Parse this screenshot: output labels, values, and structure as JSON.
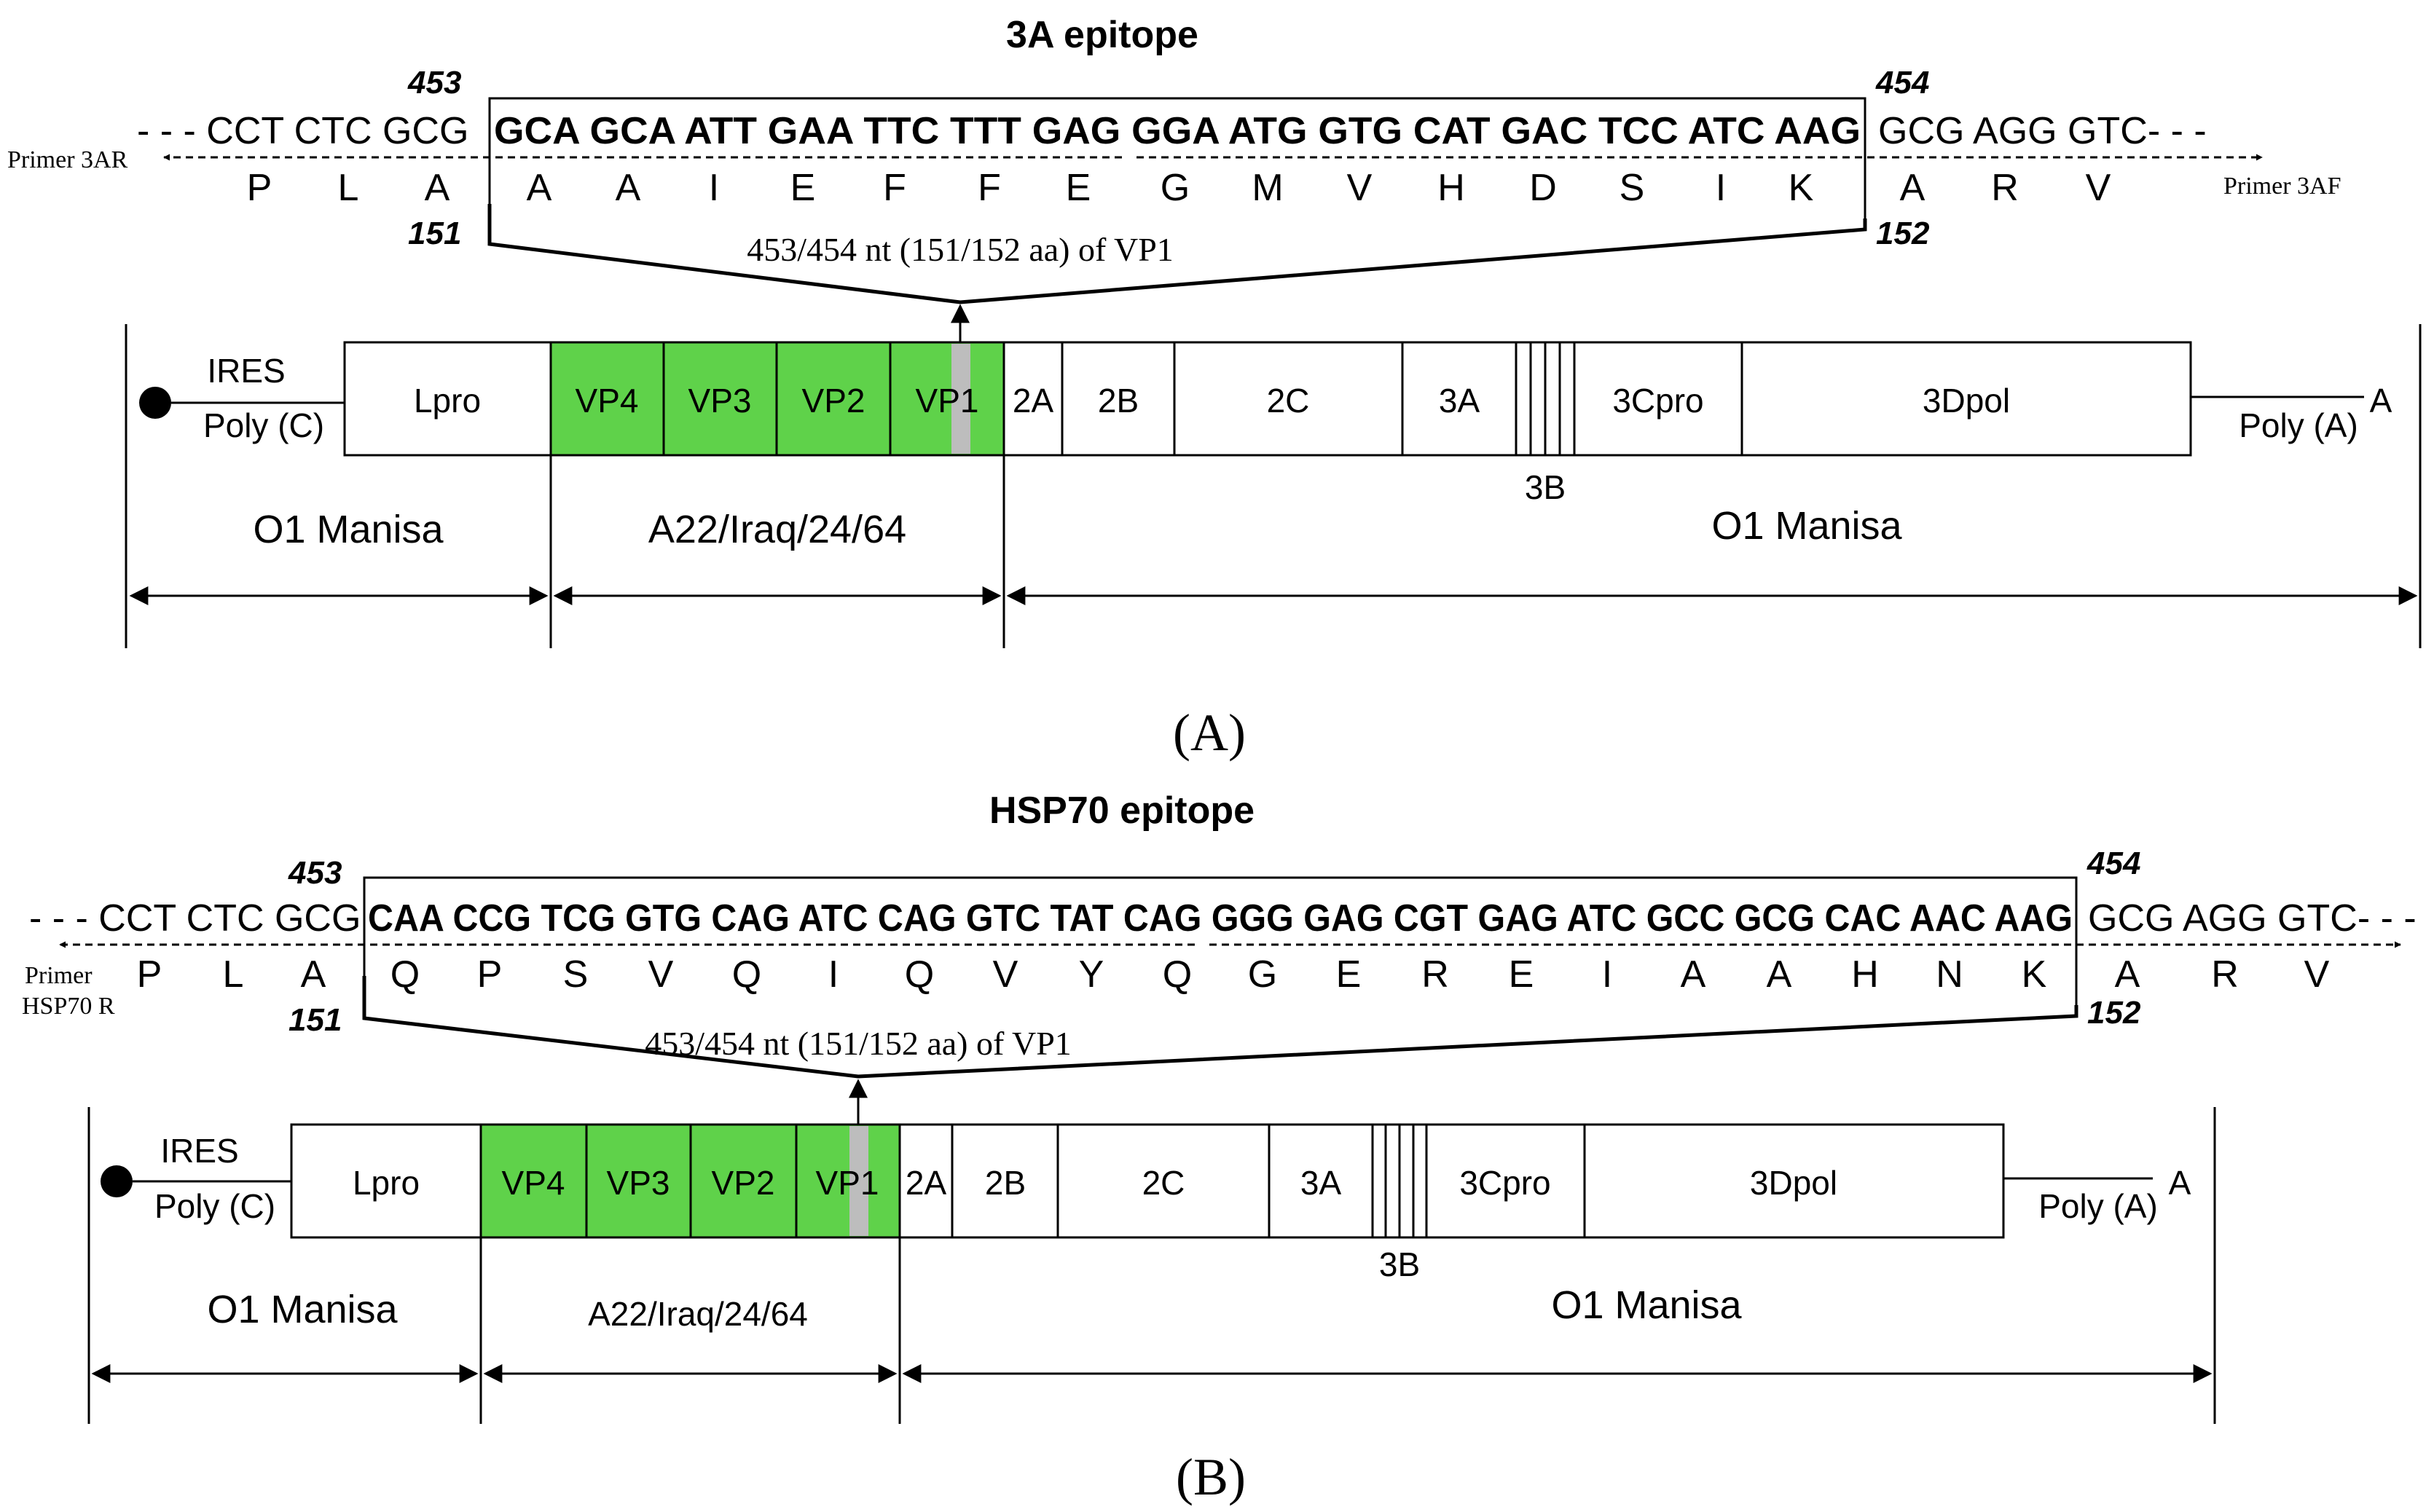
{
  "panels": [
    {
      "id": "A",
      "title": "3A epitope",
      "panel_label": "(A)",
      "pos_left_nt": "453",
      "pos_right_nt": "454",
      "pos_left_aa": "151",
      "pos_right_aa": "152",
      "seq_left": "- - - CCT CTC GCG",
      "seq_insert": "GCA GCA ATT GAA TTC TTT GAG GGA ATG GTG CAT GAC TCC ATC AAG",
      "seq_right": "GCG AGG GTC- - -",
      "aa_left": [
        "P",
        "L",
        "A"
      ],
      "aa_insert": [
        "A",
        "A",
        "I",
        "E",
        "F",
        "F",
        "E",
        "G",
        "M",
        "V",
        "H",
        "D",
        "S",
        "I",
        "K"
      ],
      "aa_right": [
        "A",
        "R",
        "V"
      ],
      "primer_reverse": "Primer 3AR",
      "primer_forward": "Primer 3AF",
      "insertion_label": "453/454 nt (151/152 aa) of VP1",
      "genome": {
        "ires": "IRES",
        "poly_c": "Poly (C)",
        "poly_a": "Poly (A)",
        "end_a": "A",
        "genes": [
          "Lpro",
          "VP4",
          "VP3",
          "VP2",
          "VP1",
          "2A",
          "2B",
          "2C",
          "3A",
          "3Cpro",
          "3Dpol"
        ],
        "label_3b": "3B"
      },
      "regions": [
        "O1 Manisa",
        "A22/Iraq/24/64",
        "O1 Manisa"
      ]
    },
    {
      "id": "B",
      "title": "HSP70 epitope",
      "panel_label": "(B)",
      "pos_left_nt": "453",
      "pos_right_nt": "454",
      "pos_left_aa": "151",
      "pos_right_aa": "152",
      "seq_left": "- - - CCT CTC GCG",
      "seq_insert": "CAA CCG TCG GTG CAG ATC CAG GTC TAT CAG GGG GAG CGT GAG ATC GCC GCG CAC AAC AAG",
      "seq_right": "GCG AGG GTC- - -",
      "aa_left": [
        "P",
        "L",
        "A"
      ],
      "aa_insert": [
        "Q",
        "P",
        "S",
        "V",
        "Q",
        "I",
        "Q",
        "V",
        "Y",
        "Q",
        "G",
        "E",
        "R",
        "E",
        "I",
        "A",
        "A",
        "H",
        "N",
        "K"
      ],
      "aa_right": [
        "A",
        "R",
        "V"
      ],
      "primer_reverse_line1": "Primer",
      "primer_reverse_line2": "HSP70 R",
      "insertion_label": "453/454 nt (151/152 aa) of VP1",
      "genome": {
        "ires": "IRES",
        "poly_c": "Poly (C)",
        "poly_a": "Poly (A)",
        "end_a": "A",
        "genes": [
          "Lpro",
          "VP4",
          "VP3",
          "VP2",
          "VP1",
          "2A",
          "2B",
          "2C",
          "3A",
          "3Cpro",
          "3Dpol"
        ],
        "label_3b": "3B"
      },
      "regions": [
        "O1 Manisa",
        "A22/Iraq/24/64",
        "O1 Manisa"
      ]
    }
  ],
  "colors": {
    "capsid_fill": "#5fd24a",
    "epitope_marker": "#bdbdbd"
  }
}
